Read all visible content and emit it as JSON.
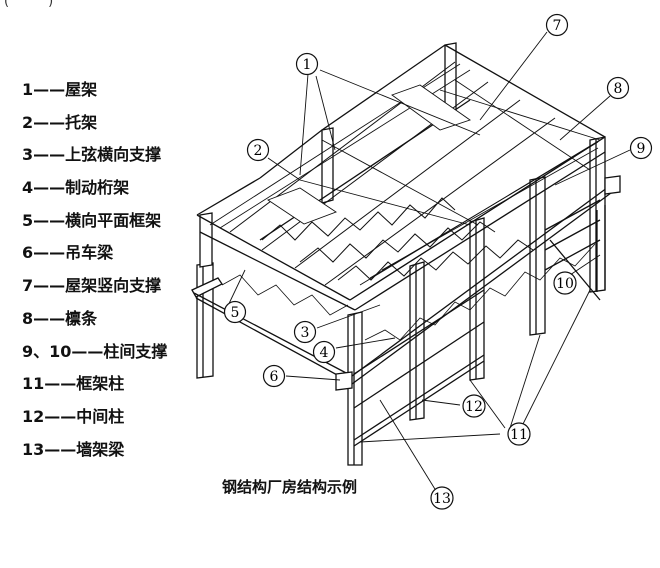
{
  "legend": [
    {
      "num": "1",
      "label": "屋架"
    },
    {
      "num": "2",
      "label": "托架"
    },
    {
      "num": "3",
      "label": "上弦横向支撑"
    },
    {
      "num": "4",
      "label": "制动桁架"
    },
    {
      "num": "5",
      "label": "横向平面框架"
    },
    {
      "num": "6",
      "label": "吊车梁"
    },
    {
      "num": "7",
      "label": "屋架竖向支撑"
    },
    {
      "num": "8",
      "label": "檩条"
    },
    {
      "num": "9、10",
      "label": "柱间支撑"
    },
    {
      "num": "11",
      "label": "框架柱"
    },
    {
      "num": "12",
      "label": "中间柱"
    },
    {
      "num": "13",
      "label": "墙架梁"
    }
  ],
  "dash": "——",
  "caption": "钢结构厂房结构示例",
  "corner_mark": "(　　　)",
  "callouts": {
    "c1": "1",
    "c2": "2",
    "c3": "3",
    "c4": "4",
    "c5": "5",
    "c6": "6",
    "c7": "7",
    "c8": "8",
    "c9": "9",
    "c10": "10",
    "c11": "11",
    "c12": "12",
    "c13": "13"
  },
  "colors": {
    "line": "#111111",
    "background": "#ffffff"
  }
}
